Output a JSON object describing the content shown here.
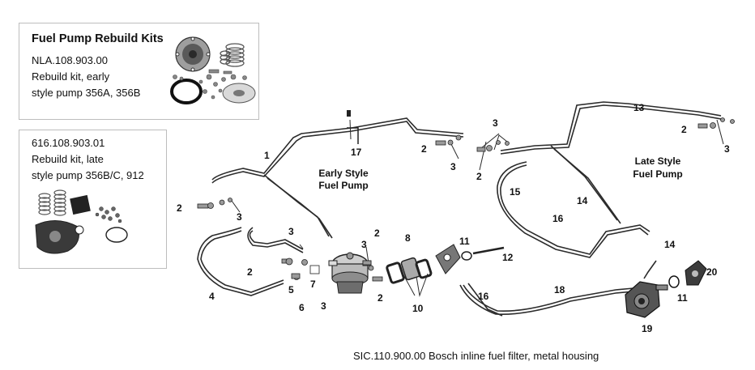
{
  "kits": [
    {
      "title": "Fuel Pump Rebuild Kits",
      "part_number": "NLA.108.903.00",
      "desc_line_1": "Rebuild kit, early",
      "desc_line_2": "style pump 356A, 356B"
    },
    {
      "part_number": "616.108.903.01",
      "desc_line_1": "Rebuild kit, late",
      "desc_line_2": "style pump 356B/C, 912"
    }
  ],
  "pump_labels": {
    "early_line_1": "Early Style",
    "early_line_2": "Fuel Pump",
    "late_line_1": "Late Style",
    "late_line_2": "Fuel Pump"
  },
  "callouts": [
    "1",
    "2",
    "3",
    "4",
    "5",
    "6",
    "7",
    "8",
    "10",
    "11",
    "12",
    "13",
    "14",
    "15",
    "16",
    "17",
    "18",
    "19",
    "20"
  ],
  "footer": "SIC.110.900.00 Bosch inline fuel filter, metal housing",
  "colors": {
    "line": "#2b2b2b",
    "box_border": "#bdbdbd"
  }
}
